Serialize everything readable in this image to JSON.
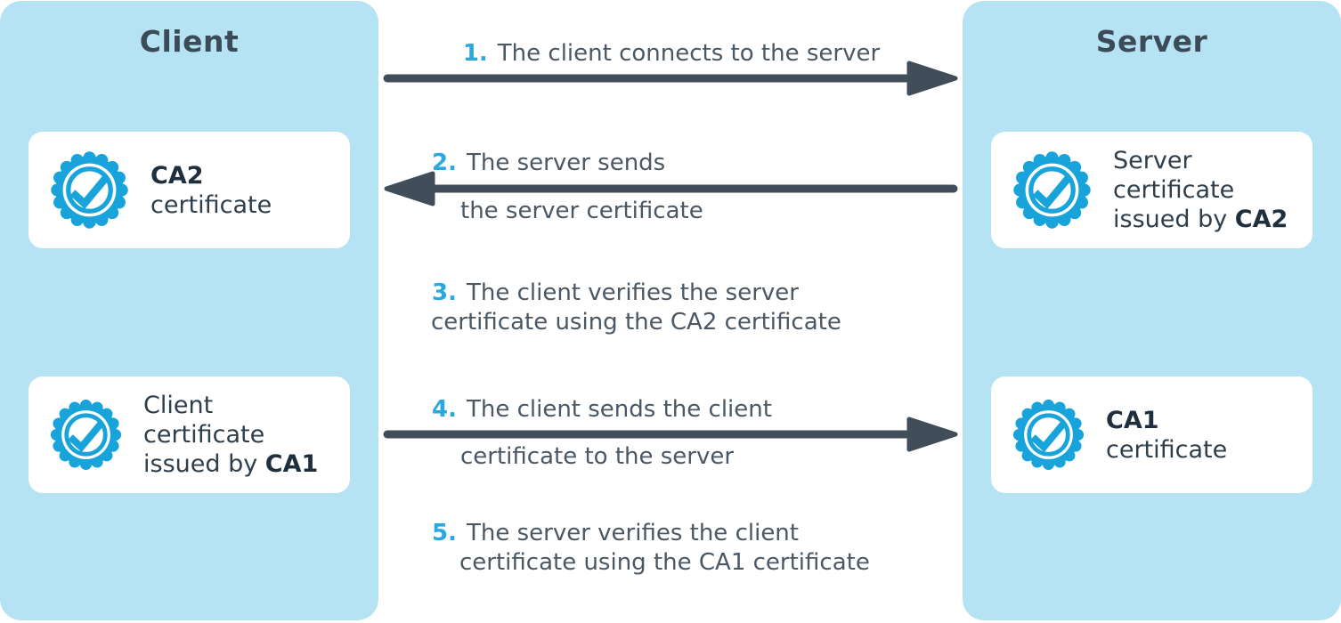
{
  "colors": {
    "panel_bg": "#B6E3F3",
    "card_bg": "#FFFFFF",
    "accent_cyan": "#29A9E0",
    "badge_cyan": "#18A4DB",
    "arrow": "#414E59",
    "title_text": "#3C4B58",
    "step_text": "#4B5864",
    "card_text": "#2E3E4B",
    "card_text_bold": "#1F2F3D"
  },
  "icons": {
    "badge": "certificate-badge-icon",
    "arrow_right": "arrow-right-icon",
    "arrow_left": "arrow-left-icon"
  },
  "client_panel": {
    "title": "Client",
    "cards": [
      {
        "name_bold": "CA2",
        "name_rest": "certificate"
      },
      {
        "line1": "Client",
        "line2": "certificate",
        "line3": "issued by ",
        "line3_bold": "CA1"
      }
    ]
  },
  "server_panel": {
    "title": "Server",
    "cards": [
      {
        "line1": "Server",
        "line2": "certificate",
        "line3": "issued by ",
        "line3_bold": "CA2"
      },
      {
        "name_bold": "CA1",
        "name_rest": "certificate"
      }
    ]
  },
  "steps": [
    {
      "num": "1.",
      "line1": "The client connects to the server",
      "arrow": "right"
    },
    {
      "num": "2.",
      "line1": "The server sends",
      "line2": "the server certificate",
      "arrow": "left"
    },
    {
      "num": "3.",
      "line1": "The client verifies the server",
      "line2": "certificate using the CA2 certificate",
      "arrow": "none"
    },
    {
      "num": "4.",
      "line1": "The client sends the client",
      "line2": "certificate to the server",
      "arrow": "right"
    },
    {
      "num": "5.",
      "line1": "The server verifies the client",
      "line2": "certificate using the CA1 certificate",
      "arrow": "none"
    }
  ]
}
